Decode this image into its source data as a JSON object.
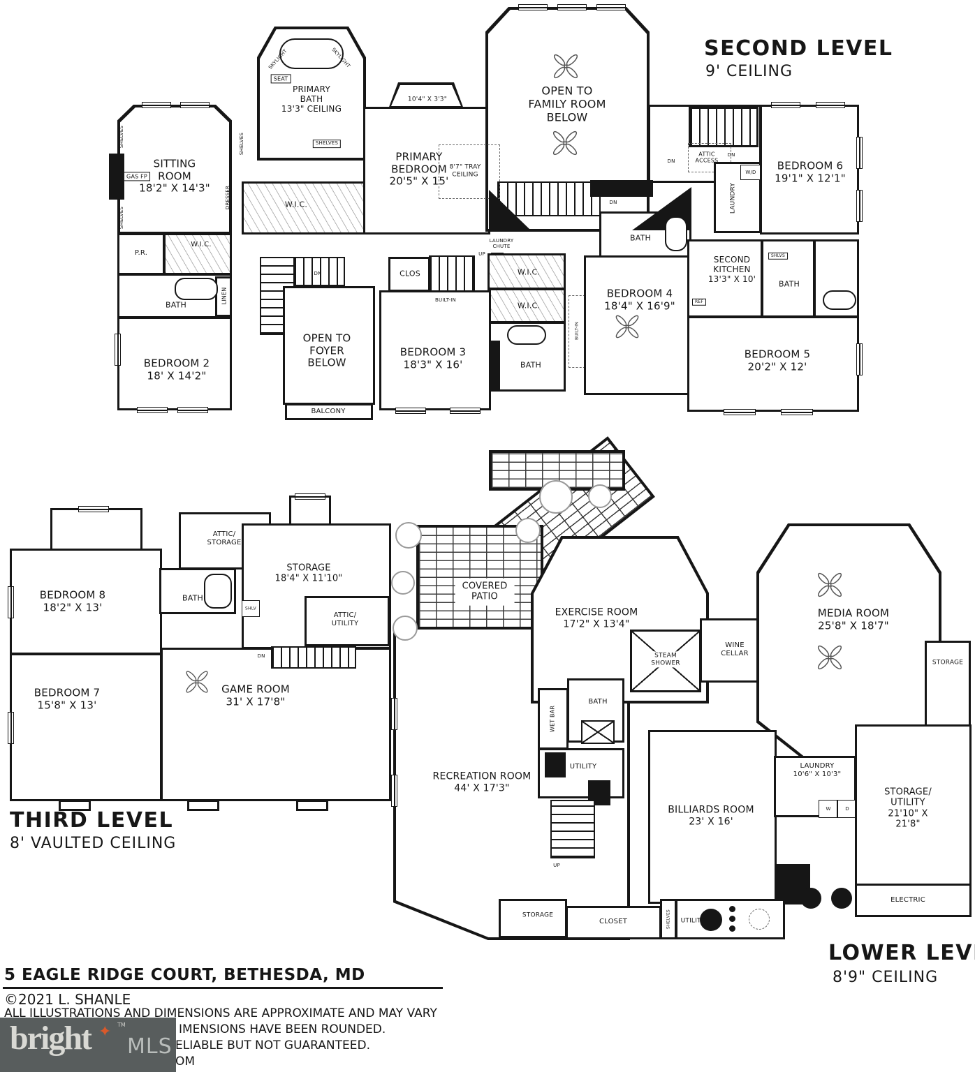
{
  "second": {
    "title": "SECOND LEVEL",
    "subtitle": "9' CEILING",
    "sitting": {
      "name": "SITTING\nROOM",
      "dim": "18'2\" X 14'3\""
    },
    "primary_bath": {
      "name": "PRIMARY\nBATH",
      "dim": "13'3\" CEILING"
    },
    "seat": "SEAT",
    "skylight": "SKYLIGHT",
    "shelves": "SHELVES",
    "gas_fp": "GAS\nFP",
    "dresser": "DRESSER",
    "wic": "W.I.C.",
    "primary_bedroom": {
      "name": "PRIMARY\nBEDROOM",
      "dim": "20'5\" X 15'"
    },
    "bay_dim": "10'4\" X 3'3\"",
    "tray": "8'7\" TRAY\nCEILING",
    "family_open": "OPEN TO\nFAMILY ROOM\nBELOW",
    "dn": "DN",
    "up": "UP",
    "attic_access": "ATTIC\nACCESS",
    "laundry": "LAUNDRY",
    "wd": "W/D",
    "bedroom6": {
      "name": "BEDROOM 6",
      "dim": "19'1\" X 12'1\""
    },
    "kitchen": {
      "name": "SECOND\nKITCHEN",
      "dim": "13'3\" X 10'"
    },
    "ref": "REF",
    "shlvs": "SHLVS",
    "bath": "BATH",
    "bedroom5": {
      "name": "BEDROOM 5",
      "dim": "20'2\" X 12'"
    },
    "bedroom4": {
      "name": "BEDROOM 4",
      "dim": "18'4\" X 16'9\""
    },
    "built_in": "BUILT-IN",
    "laundry_chute": "LAUNDRY\nCHUTE",
    "clos": "CLOS",
    "bedroom3": {
      "name": "BEDROOM 3",
      "dim": "18'3\" X 16'"
    },
    "pr": "P.R.",
    "linen": "LINEN",
    "bedroom2": {
      "name": "BEDROOM 2",
      "dim": "18' X 14'2\""
    },
    "foyer_open": "OPEN TO\nFOYER\nBELOW",
    "balcony": "BALCONY"
  },
  "third": {
    "title": "THIRD LEVEL",
    "subtitle": "8' VAULTED CEILING",
    "bedroom8": {
      "name": "BEDROOM 8",
      "dim": "18'2\" X 13'"
    },
    "bedroom7": {
      "name": "BEDROOM 7",
      "dim": "15'8\" X 13'"
    },
    "bath": "BATH",
    "attic_storage": "ATTIC/\nSTORAGE",
    "storage": {
      "name": "STORAGE",
      "dim": "18'4\" X 11'10\""
    },
    "attic_utility": "ATTIC/\nUTILITY",
    "shlv": "SHLV",
    "dn": "DN",
    "game": {
      "name": "GAME ROOM",
      "dim": "31' X 17'8\""
    }
  },
  "lower": {
    "title": "LOWER LEVEL",
    "subtitle": "8'9\" CEILING",
    "patio": "COVERED\nPATIO",
    "exercise": {
      "name": "EXERCISE ROOM",
      "dim": "17'2\" X 13'4\""
    },
    "steam": "STEAM\nSHOWER",
    "wine": "WINE\nCELLAR",
    "media": {
      "name": "MEDIA ROOM",
      "dim": "25'8\" X 18'7\""
    },
    "storage_r": "STORAGE",
    "recreation": {
      "name": "RECREATION ROOM",
      "dim": "44' X 17'3\""
    },
    "wet_bar": "WET BAR",
    "bath": "BATH",
    "utility": "UTILITY",
    "up": "UP",
    "billiards": {
      "name": "BILLIARDS ROOM",
      "dim": "23' X 16'"
    },
    "laundry": {
      "name": "LAUNDRY",
      "dim": "10'6\" X 10'3\""
    },
    "w": "W",
    "d": "D",
    "storage_utility": {
      "name": "STORAGE/\nUTILITY",
      "dim": "21'10\" X 21'8\""
    },
    "electric": "ELECTRIC",
    "storage_b": "STORAGE",
    "closet": "CLOSET",
    "shelves": "SHELVES",
    "utility_b": "UTILITY"
  },
  "footer": {
    "address": "5 EAGLE RIDGE COURT, BETHESDA, MD",
    "copyright": "©2021 L. SHANLE",
    "line1": "ALL ILLUSTRATIONS AND DIMENSIONS ARE APPROXIMATE AND MAY VARY",
    "line2": "IMENSIONS HAVE BEEN ROUNDED.",
    "line3": "ELIABLE BUT NOT GUARANTEED.",
    "line4": "OM",
    "logo": {
      "brand": "bright",
      "mls": "MLS",
      "tm": "TM"
    }
  }
}
